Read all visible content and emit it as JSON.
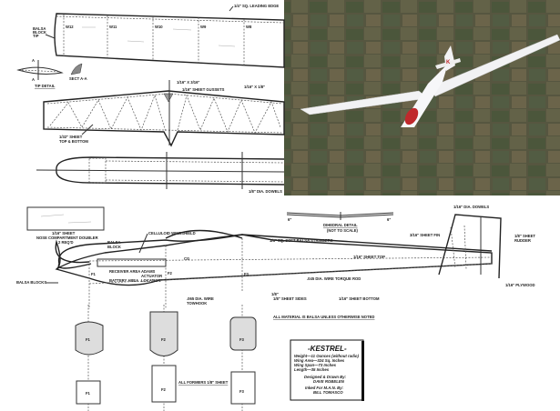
{
  "wing": {
    "leading_edge": "1/4\" SQ. LEADING EDGE",
    "tip_block": [
      "BALSA",
      "BLOCK",
      "TIP"
    ],
    "ribs": [
      "W12",
      "W11",
      "W10",
      "W9",
      "W8"
    ],
    "sect": "SECT A-A",
    "tip_detail": "TIP DETAIL",
    "section_marks": [
      "A",
      "A"
    ]
  },
  "stab": {
    "spar": "1/16\" X 3/16\"",
    "gussets": "1/16\" SHEET GUSSETS",
    "spar2": "1/16\" X 1/8\"",
    "sheet": [
      "1/32\" SHEET",
      "TOP & BOTTOM"
    ]
  },
  "fuse_top": {
    "dowels": "1/8\" DIA. DOWELS"
  },
  "dihedral": {
    "title": "DIHEDRAL DETAIL",
    "note": "(NOT TO SCALE)",
    "angles": [
      "6\"",
      "6\""
    ]
  },
  "side": {
    "doubler": [
      "1/16\" SHEET",
      "NOSE COMPARTMENT DOUBLER",
      "2 REQ'D"
    ],
    "windshield": "CELLULOID WINDSHIELD",
    "balsa_block": [
      "BALSA",
      "BLOCK"
    ],
    "stringers": "1/4\" SQ. SOFT BALSA STRINGERS",
    "balsa_blocks": "BALSA BLOCKS",
    "receiver": "RECEIVER AREA",
    "battery": "BATTERY AREA",
    "actuator": [
      "ADAMS",
      "ACTUATOR",
      "LOCATION"
    ],
    "cg": "CG",
    "formers": [
      "F1",
      "F2",
      "F3"
    ],
    "towhook": [
      ".065 DIA. WIRE",
      "TOWHOOK"
    ],
    "sheet_top": "1/16\" SHEET TOP",
    "torque_rod": ".045 DIA. WIRE TORQUE ROD",
    "sheet_sides": "1/8\" SHEET SIDES",
    "sheet_bottom": "1/16\" SHEET BOTTOM",
    "fin": "3/16\" SHEET FIN",
    "rudder": [
      "1/8\" SHEET",
      "RUDDER"
    ],
    "fin_dowels": "1/16\" DIA. DOWELS",
    "plywood": "1/16\" PLYWOOD",
    "lower_sheet": "1/8\""
  },
  "notes": {
    "material": "ALL MATERIAL IS BALSA UNLESS OTHERWISE NOTED",
    "formers": "ALL FORMERS 1/8\" SHEET"
  },
  "former_labels": [
    "F1",
    "F2",
    "F3",
    "F1",
    "F2",
    "F3"
  ],
  "title_block": {
    "name": "-KESTREL-",
    "specs": [
      "Weight—11 Ounces (without radio)",
      "Wing Area—324 Sq. Inches",
      "Wing Span—73 Inches",
      "Length—35 Inches"
    ],
    "designed": "Designed & Drawn By:",
    "designer": "DAVE ROBELEN",
    "inked": "Inked For M.A.N. By:",
    "inker": "BILL TOMASCO"
  },
  "photo": {
    "colors": {
      "sky": "#5c6a4e",
      "field": "#6b6048",
      "plane": "#f4f4f6",
      "accent": "#c0282c"
    }
  }
}
